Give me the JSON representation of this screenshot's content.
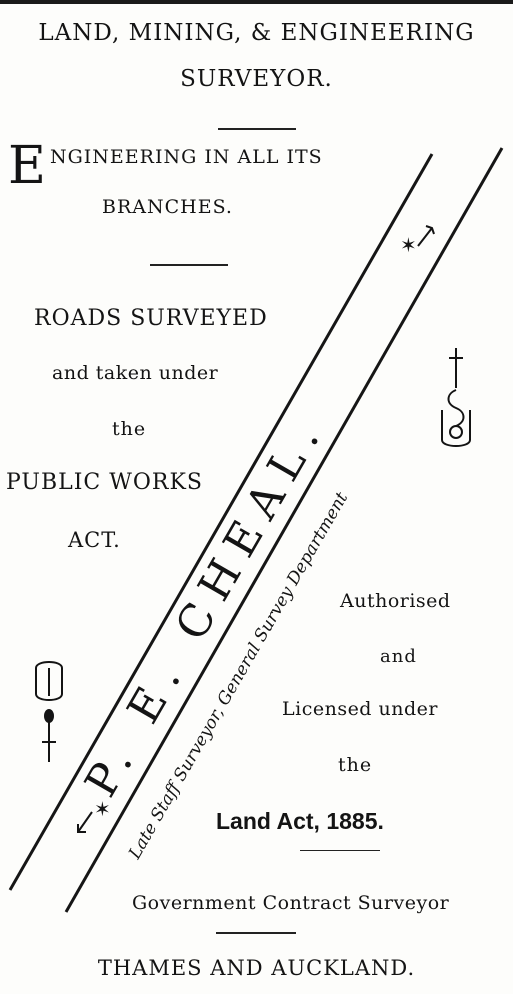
{
  "header": {
    "line1": "LAND, MINING, & ENGINEERING",
    "line2": "SURVEYOR."
  },
  "engineering": {
    "drop_cap": "E",
    "line1": "NGINEERING IN ALL ITS",
    "line2": "BRANCHES."
  },
  "roads": {
    "line1": "ROADS SURVEYED",
    "line2": "and taken under",
    "line3": "the",
    "line4": "PUBLIC WORKS",
    "line5": "ACT."
  },
  "band": {
    "name": "P. E. CHEAL.",
    "subtitle": "Late Staff Surveyor, General Survey Department"
  },
  "authorised": {
    "line1": "Authorised",
    "line2": "and",
    "line3": "Licensed under",
    "line4": "the",
    "line5": "Land Act, 1885."
  },
  "footer": {
    "contract": "Government Contract Surveyor",
    "location": "THAMES AND AUCKLAND."
  },
  "ornaments": {
    "right": "cross-flourish-icon",
    "left": "cross-flourish-icon"
  },
  "colors": {
    "ink": "#141414",
    "paper": "#fdfdfb"
  }
}
